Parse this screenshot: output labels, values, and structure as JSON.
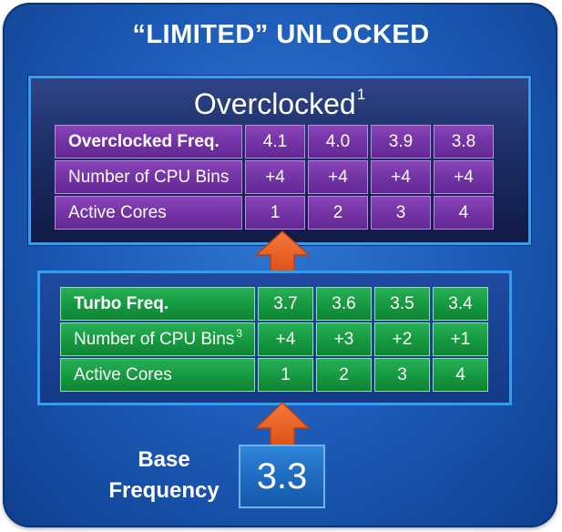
{
  "title": "“LIMITED” UNLOCKED",
  "overclocked": {
    "title": "Overclocked",
    "title_sup": "1",
    "rows": [
      {
        "label": "Overclocked Freq.",
        "label_sup": "",
        "values": [
          "4.1",
          "4.0",
          "3.9",
          "3.8"
        ],
        "header": true
      },
      {
        "label": "Number of CPU Bins",
        "label_sup": "",
        "values": [
          "+4",
          "+4",
          "+4",
          "+4"
        ],
        "header": false
      },
      {
        "label": "Active Cores",
        "label_sup": "",
        "values": [
          "1",
          "2",
          "3",
          "4"
        ],
        "header": false
      }
    ]
  },
  "turbo": {
    "rows": [
      {
        "label": "Turbo Freq.",
        "label_sup": "",
        "values": [
          "3.7",
          "3.6",
          "3.5",
          "3.4"
        ],
        "header": true
      },
      {
        "label": "Number of CPU Bins",
        "label_sup": "3",
        "values": [
          "+4",
          "+3",
          "+2",
          "+1"
        ],
        "header": false
      },
      {
        "label": "Active Cores",
        "label_sup": "",
        "values": [
          "1",
          "2",
          "3",
          "4"
        ],
        "header": false
      }
    ]
  },
  "base": {
    "label_line1": "Base",
    "label_line2": "Frequency",
    "value": "3.3"
  },
  "colors": {
    "background": "#1a58b4",
    "panel_border": "#2e9ff2",
    "overclocked_cell": "#7334a5",
    "turbo_cell": "#179a41",
    "arrow": "#f15a22"
  }
}
